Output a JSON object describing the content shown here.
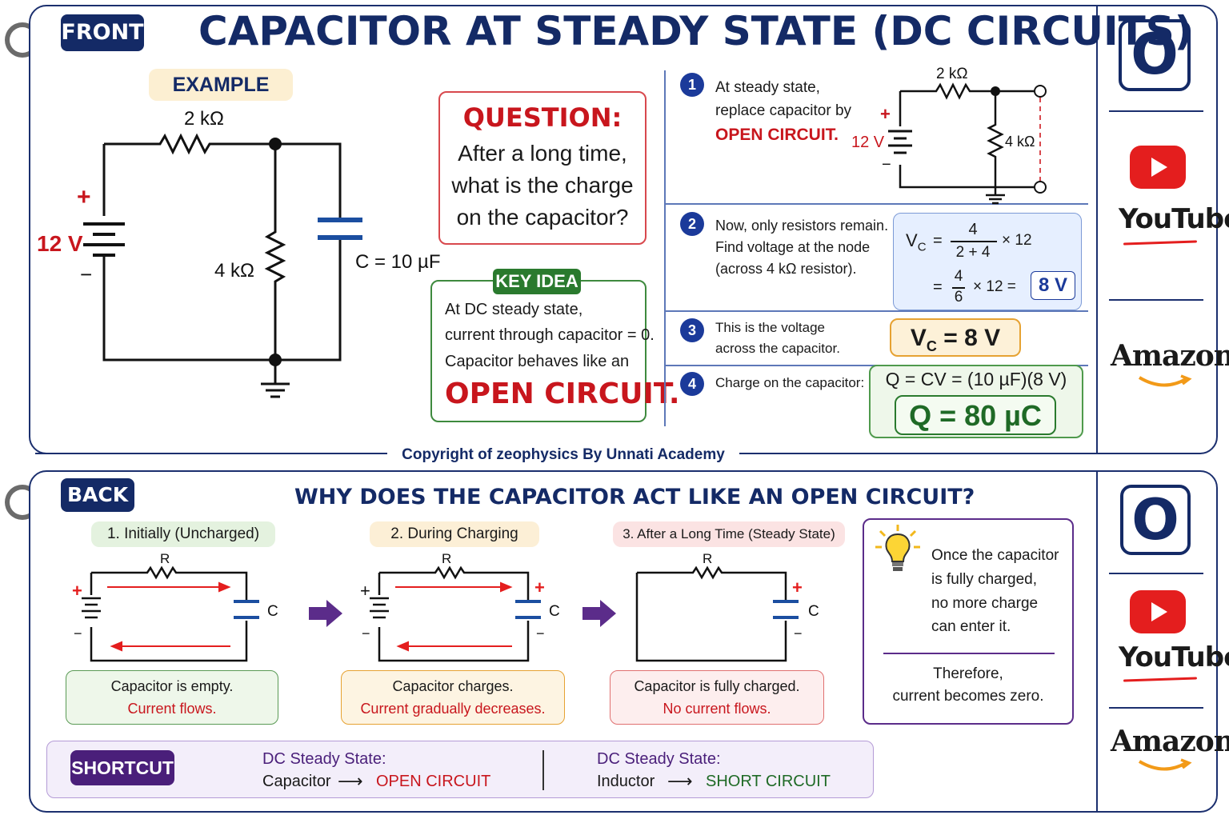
{
  "front": {
    "tag": "FRONT",
    "title": "CAPACITOR AT STEADY STATE (DC CIRCUITS)",
    "example": {
      "label": "EXAMPLE",
      "r1": "2 kΩ",
      "r2": "4 kΩ",
      "cap": "C = 10 µF",
      "voltage": "12 V",
      "plus": "+",
      "minus": "−"
    },
    "question": {
      "heading": "QUESTION:",
      "line1": "After a long time,",
      "line2": "what is the charge",
      "line3": "on the capacitor?"
    },
    "key_idea": {
      "label": "KEY IDEA",
      "line1": "At DC steady state,",
      "line2": "current through capacitor = 0.",
      "line3": "Capacitor behaves like an",
      "emphasis": "OPEN CIRCUIT."
    },
    "steps": [
      {
        "num": "1",
        "line1": "At steady state,",
        "line2": "replace capacitor by",
        "line3": "OPEN CIRCUIT.",
        "r1": "2 kΩ",
        "r2": "4 kΩ",
        "voltage": "12 V",
        "plus": "+",
        "minus": "−"
      },
      {
        "num": "2",
        "line1": "Now, only resistors remain.",
        "line2": "Find voltage at the node",
        "line3": "(across 4 kΩ resistor)."
      },
      {
        "num": "3",
        "line1": "This is the voltage",
        "line2": "across the capacitor."
      },
      {
        "num": "4",
        "line1": "Charge on the capacitor:"
      }
    ],
    "formula": {
      "vc": "V",
      "vc_sub": "C",
      "eq": "=",
      "num1": "4",
      "den1": "2 + 4",
      "times12": "× 12",
      "num2": "4",
      "den2": "6",
      "times12b": "× 12 =",
      "result": "8 V"
    },
    "vc_result": {
      "v": "V",
      "sub": "C",
      "rest": "= 8 V"
    },
    "charge_eq": "Q = CV = (10 µF)(8 V)",
    "charge_result": "Q = 80 µC"
  },
  "copyright": "Copyright of zeophysics By Unnati Academy",
  "back": {
    "tag": "BACK",
    "title": "WHY DOES THE CAPACITOR ACT LIKE AN OPEN CIRCUIT?",
    "stages": [
      {
        "label": "1. Initially (Uncharged)",
        "r": "R",
        "c": "C",
        "caption": "Capacitor is empty.",
        "status": "Current flows.",
        "bg": "#e4f2df",
        "border": "#5a9a55",
        "status_color": "#c8161d"
      },
      {
        "label": "2. During Charging",
        "r": "R",
        "c": "C",
        "caption": "Capacitor charges.",
        "status": "Current gradually decreases.",
        "bg": "#fcefd6",
        "border": "#e6a232",
        "status_color": "#c8161d"
      },
      {
        "label": "3. After a Long Time (Steady State)",
        "r": "R",
        "c": "C",
        "caption": "Capacitor is fully charged.",
        "status": "No current flows.",
        "bg": "#fbe3e3",
        "border": "#e07070",
        "status_color": "#c8161d"
      }
    ],
    "plus": "+",
    "minus": "−",
    "insight": {
      "line1": "Once the capacitor",
      "line2": "is fully charged,",
      "line3": "no more charge",
      "line4": "can enter it.",
      "line5": "Therefore,",
      "line6": "current becomes zero."
    },
    "shortcut": {
      "label": "SHORTCUT",
      "left_title": "DC Steady State:",
      "left_item": "Capacitor",
      "left_result": "OPEN CIRCUIT",
      "right_title": "DC Steady State:",
      "right_item": "Inductor",
      "right_result": "SHORT CIRCUIT",
      "arrow": "⟶"
    }
  },
  "brand": {
    "logo_letter": "O",
    "youtube": "YouTube",
    "amazon": "Amazon"
  }
}
